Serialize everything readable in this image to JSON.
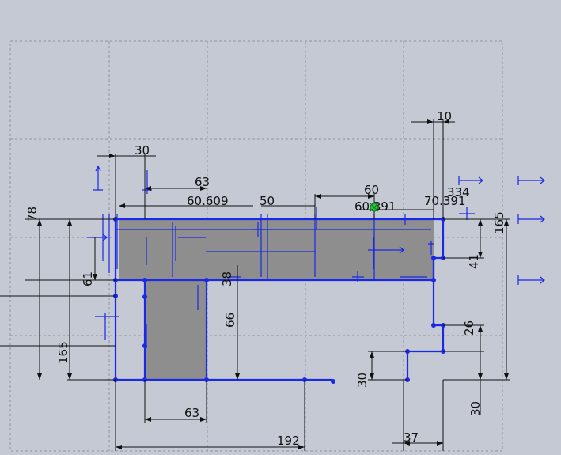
{
  "canvas": {
    "background": "#c4c9d3",
    "sketch_color": "#1a29e6",
    "fill_color": "#8e8e8e",
    "dimension_color": "#111111",
    "origin_color": "#27c93f"
  },
  "dimensions": {
    "d10": "10",
    "d30_top": "30",
    "d63_top": "63",
    "d60_609": "60.609",
    "d50": "50",
    "d60": "60",
    "d60_391": "60.391",
    "d70_391": "70.391",
    "d334": "334",
    "d78": "78",
    "d165_right": "165",
    "d41": "41",
    "d61": "61",
    "d38": "38",
    "d66": "66",
    "d26": "26",
    "d165_left": "165",
    "d30_mid": "30",
    "d30_bottom": "30",
    "d63_bottom": "63",
    "d192": "192",
    "d37": "37"
  }
}
